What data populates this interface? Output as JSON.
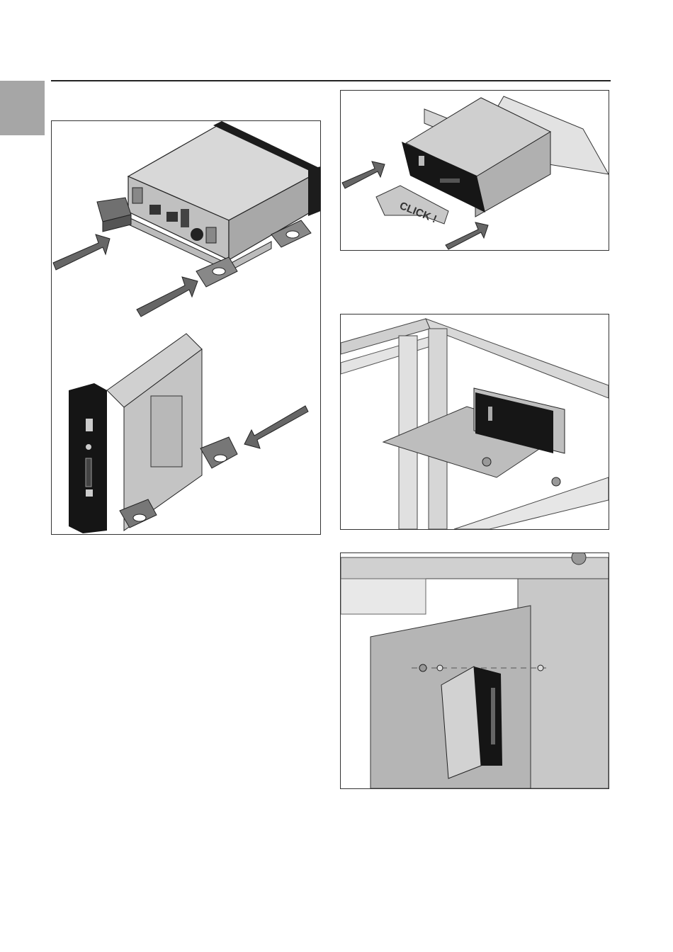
{
  "page": {
    "section_tab_color": "#a6a6a6",
    "rule_color": "#222222"
  },
  "figures": [
    {
      "id": "fig1",
      "name": "mounting-brackets-attach-illustration"
    },
    {
      "id": "fig2",
      "name": "mounting-plate-click-illustration",
      "label": "CLICK !"
    },
    {
      "id": "fig3",
      "name": "rail-frame-mount-illustration"
    },
    {
      "id": "fig4",
      "name": "mounting-panel-bolt-illustration"
    }
  ],
  "icons": [
    "arrow-icon",
    "arrow-icon",
    "arrow-icon",
    "arrow-icon",
    "arrow-icon"
  ]
}
